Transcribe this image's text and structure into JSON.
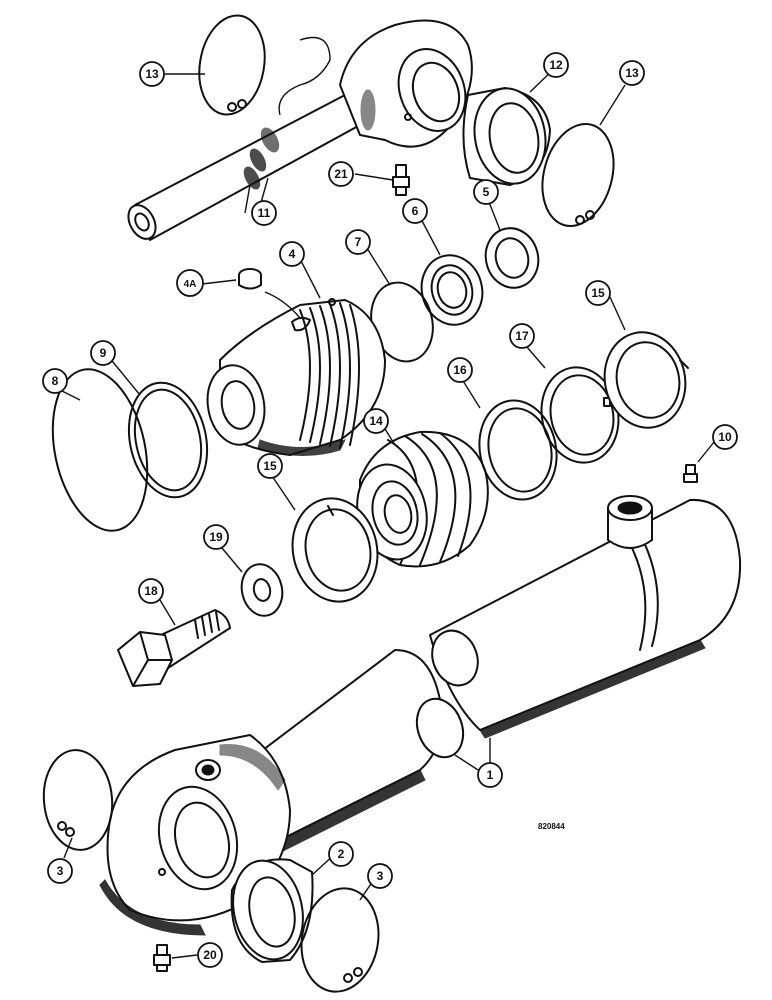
{
  "callouts": {
    "c1": "1",
    "c2": "2",
    "c3a": "3",
    "c3b": "3",
    "c4": "4",
    "c4a": "4A",
    "c5": "5",
    "c6": "6",
    "c7": "7",
    "c8": "8",
    "c9": "9",
    "c10": "10",
    "c11": "11",
    "c12": "12",
    "c13a": "13",
    "c13b": "13",
    "c14": "14",
    "c15a": "15",
    "c15b": "15",
    "c16": "16",
    "c17": "17",
    "c18": "18",
    "c19": "19",
    "c20": "20",
    "c21": "21"
  },
  "figure_ref": "820844"
}
